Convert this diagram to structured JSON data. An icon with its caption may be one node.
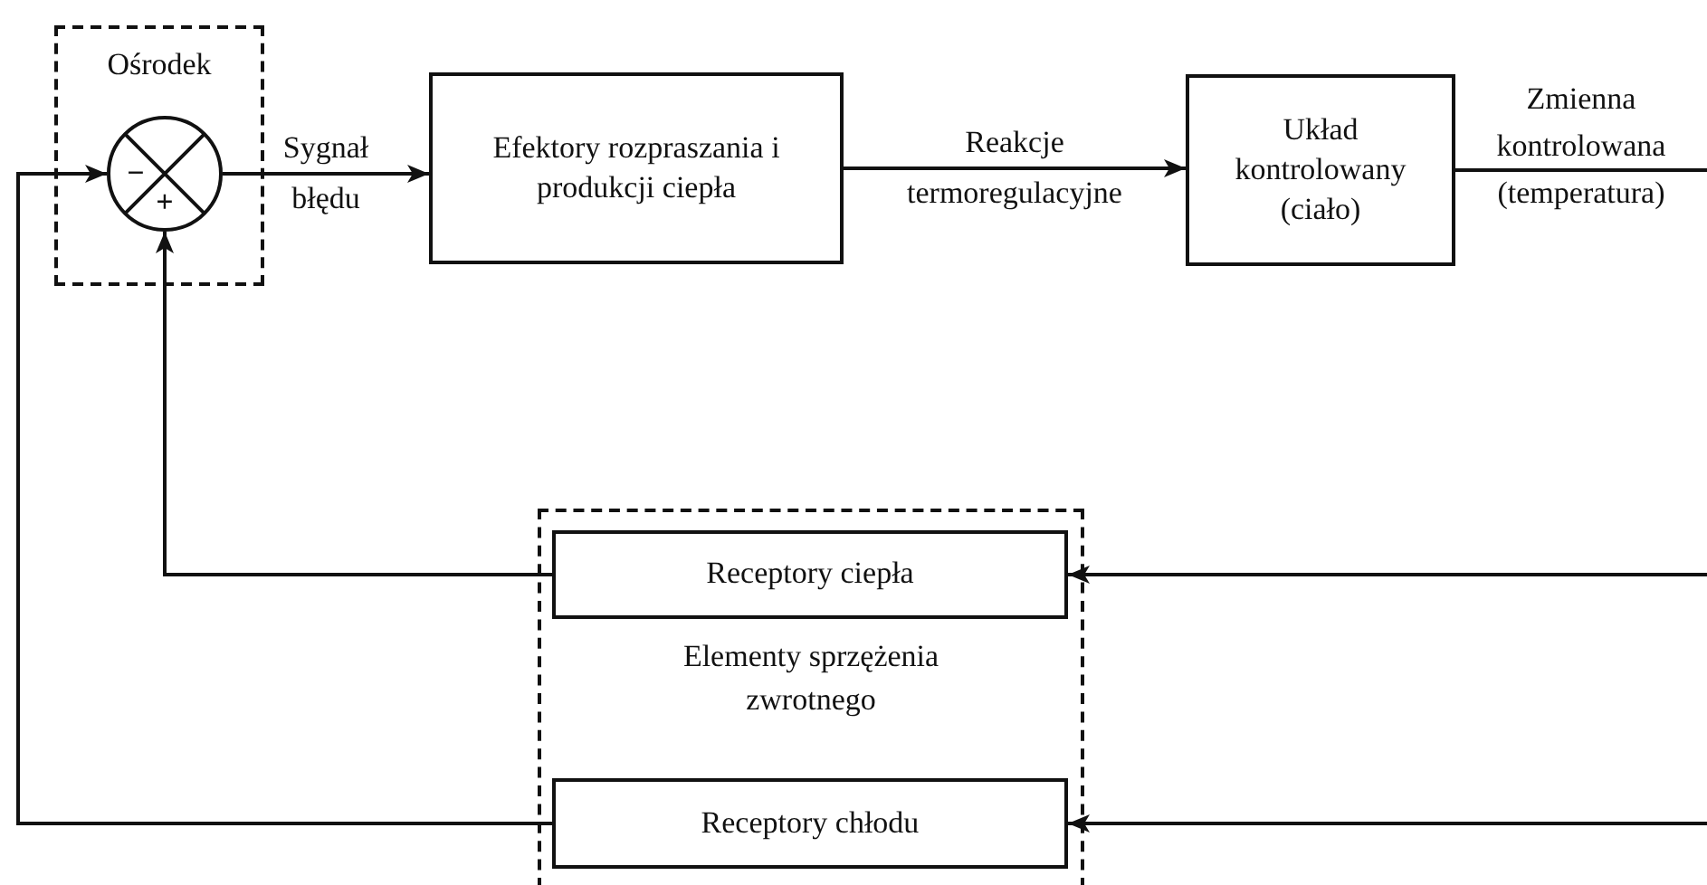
{
  "diagram": {
    "nodes": [
      {
        "text": [
          "Ośrodek"
        ]
      },
      {
        "text": [
          "−",
          "+"
        ],
        "in": 0
      },
      {
        "text": [
          "Efektory rozpraszania i produkcji ciepła"
        ]
      },
      {
        "text": [
          "Układ kontrolowany (ciało)"
        ]
      },
      {
        "text": [
          "Elementy sprzężenia zwrotnego"
        ]
      },
      {
        "text": [
          "Receptory ciepła"
        ],
        "in": 4
      },
      {
        "text": [
          "Receptory chłodu"
        ],
        "in": 4
      }
    ],
    "edges": [
      {
        "from": 1,
        "to": 2,
        "arrow": "to",
        "label": "Sygnał błędu"
      },
      {
        "from": 2,
        "to": 3,
        "arrow": "to",
        "label": "Reakcje termoregulacyjne"
      },
      {
        "from": 3,
        "to": null,
        "arrow": "none",
        "label": "Zmienna kontrolowana (temperatura)"
      },
      {
        "from": null,
        "to": 5,
        "arrow": "to"
      },
      {
        "from": null,
        "to": 6,
        "arrow": "to"
      },
      {
        "from": 5,
        "to": 1,
        "arrow": "to"
      },
      {
        "from": 6,
        "to": 1,
        "arrow": "to"
      }
    ]
  }
}
